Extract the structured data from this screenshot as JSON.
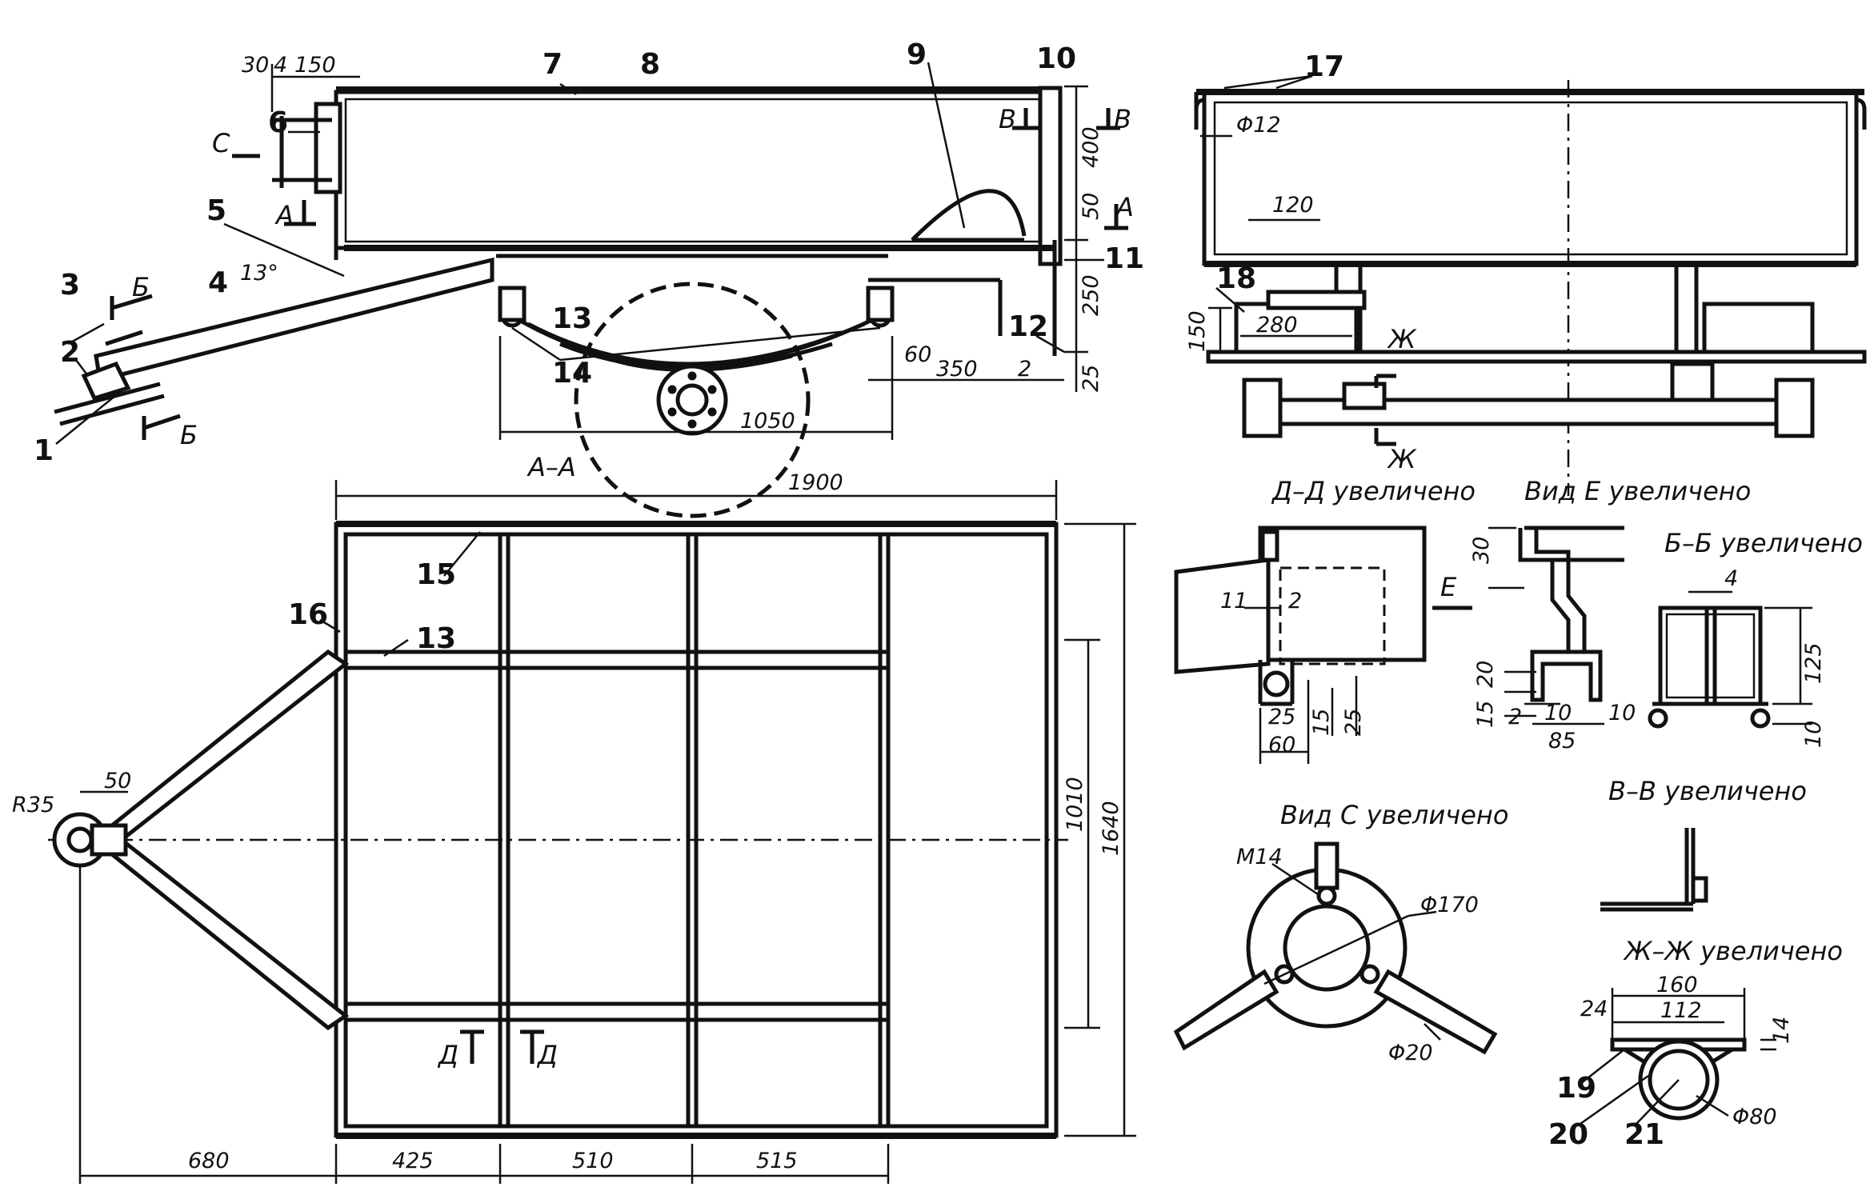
{
  "callouts": [
    "1",
    "2",
    "3",
    "4",
    "5",
    "6",
    "7",
    "8",
    "9",
    "10",
    "11",
    "12",
    "13",
    "14",
    "15",
    "16",
    "17",
    "18",
    "19",
    "20",
    "21"
  ],
  "section_marks": {
    "A_left": "A",
    "A_right": "A",
    "B_left": "B",
    "B_right": "B",
    "C": "C",
    "B_top": "Б",
    "B_bot": "Б",
    "D_left": "Д",
    "D_right": "Д",
    "Zh_top": "Ж",
    "Zh_bot": "Ж",
    "E": "E"
  },
  "view_titles": {
    "aa": "A–A",
    "dd": "Д–Д увеличено",
    "vid_e": "Вид Е  увеличено",
    "bb": "Б–Б  увеличено",
    "vid_c": "Вид С  увеличено",
    "vv": "В–В  увеличено",
    "zhzh": "Ж–Ж увеличено"
  },
  "dimensions": {
    "side": [
      "30",
      "4",
      "150",
      "13°",
      "400",
      "50",
      "250",
      "25",
      "60",
      "350",
      "2",
      "1050"
    ],
    "plan": [
      "1900",
      "1010",
      "1640",
      "R35",
      "50",
      "680",
      "425",
      "510",
      "515"
    ],
    "rear": [
      "Φ12",
      "120",
      "150",
      "280"
    ],
    "dd": [
      "11",
      "2",
      "25",
      "15",
      "25",
      "60"
    ],
    "vid_e": [
      "30",
      "20",
      "15",
      "2",
      "10",
      "10",
      "85"
    ],
    "bb": [
      "4",
      "125",
      "10"
    ],
    "vid_c": [
      "M14",
      "Φ170",
      "Φ20"
    ],
    "zhzh": [
      "160",
      "24",
      "112",
      "14",
      "Φ80"
    ]
  }
}
